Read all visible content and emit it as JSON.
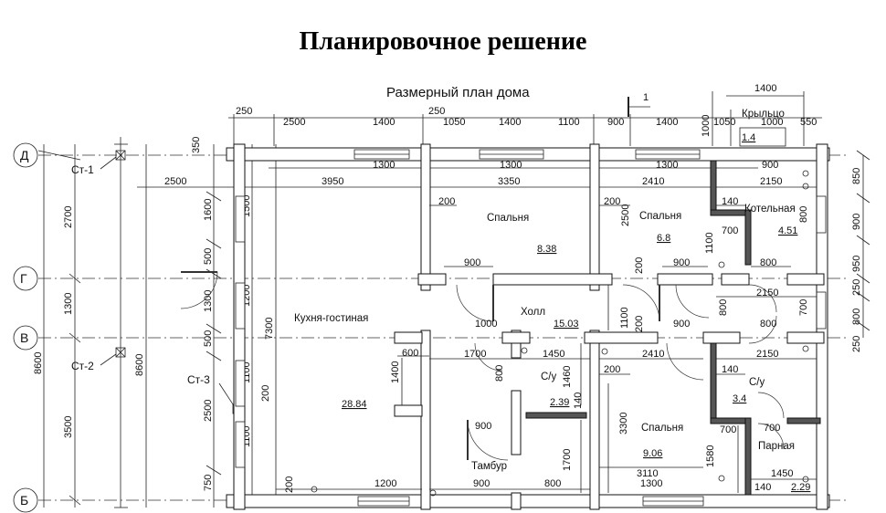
{
  "title": "Планировочное решение",
  "subtitle": "Размерный план дома",
  "section_mark": "1",
  "axes": {
    "d": "Д",
    "g": "Г",
    "v": "В",
    "b": "Б"
  },
  "labels": {
    "st1": "Ст-1",
    "st2": "Ст-2",
    "st3": "Ст-3"
  },
  "rooms": {
    "spalnya1": "Спальня",
    "spalnya1_area": "8.38",
    "spalnya2": "Спальня",
    "spalnya2_area": "6.8",
    "kotelnaya": "Котельная",
    "kotelnaya_area": "4.51",
    "kuhnya": "Кухня-гостиная",
    "kuhnya_area": "28.84",
    "holl": "Холл",
    "holl_area": "15.03",
    "su1": "С/у",
    "su1_area": "2.39",
    "su2": "С/у",
    "su2_area": "3.4",
    "spalnya3": "Спальня",
    "spalnya3_area": "9.06",
    "tambur": "Тамбур",
    "parnaya": "Парная",
    "parnaya_area": "2.29",
    "kryltso": "Крыльцо",
    "kryltso_area": "1.4"
  },
  "dims": {
    "top1": [
      "250",
      "2500",
      "1400",
      "250",
      "1050",
      "1400",
      "1100",
      "900",
      "1400",
      "1050",
      "1000",
      "550"
    ],
    "porch": "1400",
    "porch_side": "1000",
    "row2": [
      "1300",
      "1300",
      "1300",
      "900"
    ],
    "row3": [
      "2500",
      "3950",
      "3350",
      "2410",
      "2150"
    ],
    "left_outer": [
      "2700",
      "1300",
      "8600",
      "3500"
    ],
    "left_inner": [
      "350",
      "1600",
      "500",
      "1300",
      "500",
      "2500",
      "750"
    ],
    "left_inner2": [
      "1500",
      "1200",
      "1100",
      "1100"
    ],
    "height_mid": "8600",
    "height_7300": "7300",
    "right": [
      "850",
      "900",
      "950",
      "250",
      "800",
      "250"
    ],
    "misc": {
      "d200a": "200",
      "d200b": "200",
      "d200c": "200",
      "d200d": "200",
      "d200e": "200",
      "d200f": "200",
      "d900a": "900",
      "d900b": "900",
      "d900c": "900",
      "d900d": "900",
      "d900e": "900",
      "d1000": "1000",
      "d600": "600",
      "d1700": "1700",
      "d1450a": "1450",
      "d2410": "2410",
      "d2150b": "2150",
      "d2150c": "2150",
      "d800a": "800",
      "d800b": "800",
      "d800c": "800",
      "d800d": "800",
      "d800e": "800",
      "d140a": "140",
      "d140b": "140",
      "d140c": "140",
      "d140d": "140",
      "d700a": "700",
      "d700b": "700",
      "d700c": "700",
      "d700d": "700",
      "d1100a": "1100",
      "d1100b": "1100",
      "d1400": "1400",
      "d1460": "1460",
      "d3300": "3300",
      "d1700b": "1700",
      "d3110": "3110",
      "d1300b": "1300",
      "d1580": "1580",
      "d1450b": "1450",
      "d1200": "1200",
      "d800f": "800",
      "d2500b": "2500",
      "d800g": "800"
    }
  }
}
